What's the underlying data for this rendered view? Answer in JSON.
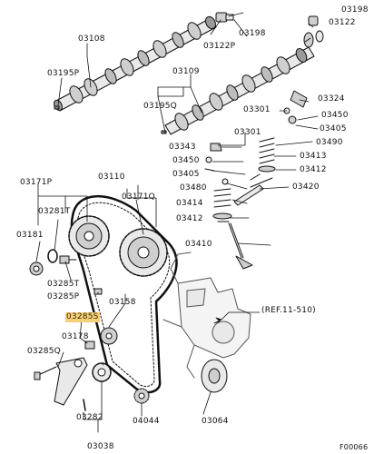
{
  "labels": {
    "p03198_top": "03198",
    "p03108": "03108",
    "p03198_mid": "03198",
    "p03122P": "03122P",
    "p03122": "03122",
    "p03195P": "03195P",
    "p03109": "03109",
    "p03195Q": "03195Q",
    "p03324": "03324",
    "p03301a": "03301",
    "p03450a": "03450",
    "p03405a": "03405",
    "p03301b": "03301",
    "p03490": "03490",
    "p03343": "03343",
    "p03413": "03413",
    "p03450b": "03450",
    "p03412a": "03412",
    "p03405b": "03405",
    "p03420": "03420",
    "p03171P": "03171P",
    "p03110": "03110",
    "p03480": "03480",
    "p03171Q": "03171Q",
    "p03414": "03414",
    "p03281T": "03281T",
    "p03412b": "03412",
    "p03181": "03181",
    "p03410": "03410",
    "p03285T": "03285T",
    "p03285P": "03285P",
    "p03158": "03158",
    "p03285S": "03285S",
    "ref": "(REF.11-510)",
    "p03178": "03178",
    "p03285Q": "03285Q",
    "p03282": "03282",
    "p04044": "04044",
    "p03064": "03064",
    "p03038": "03038",
    "figcode": "F00066"
  },
  "colors": {
    "ink": "#111111",
    "highlight": "#f4d07a",
    "background": "#ffffff"
  }
}
